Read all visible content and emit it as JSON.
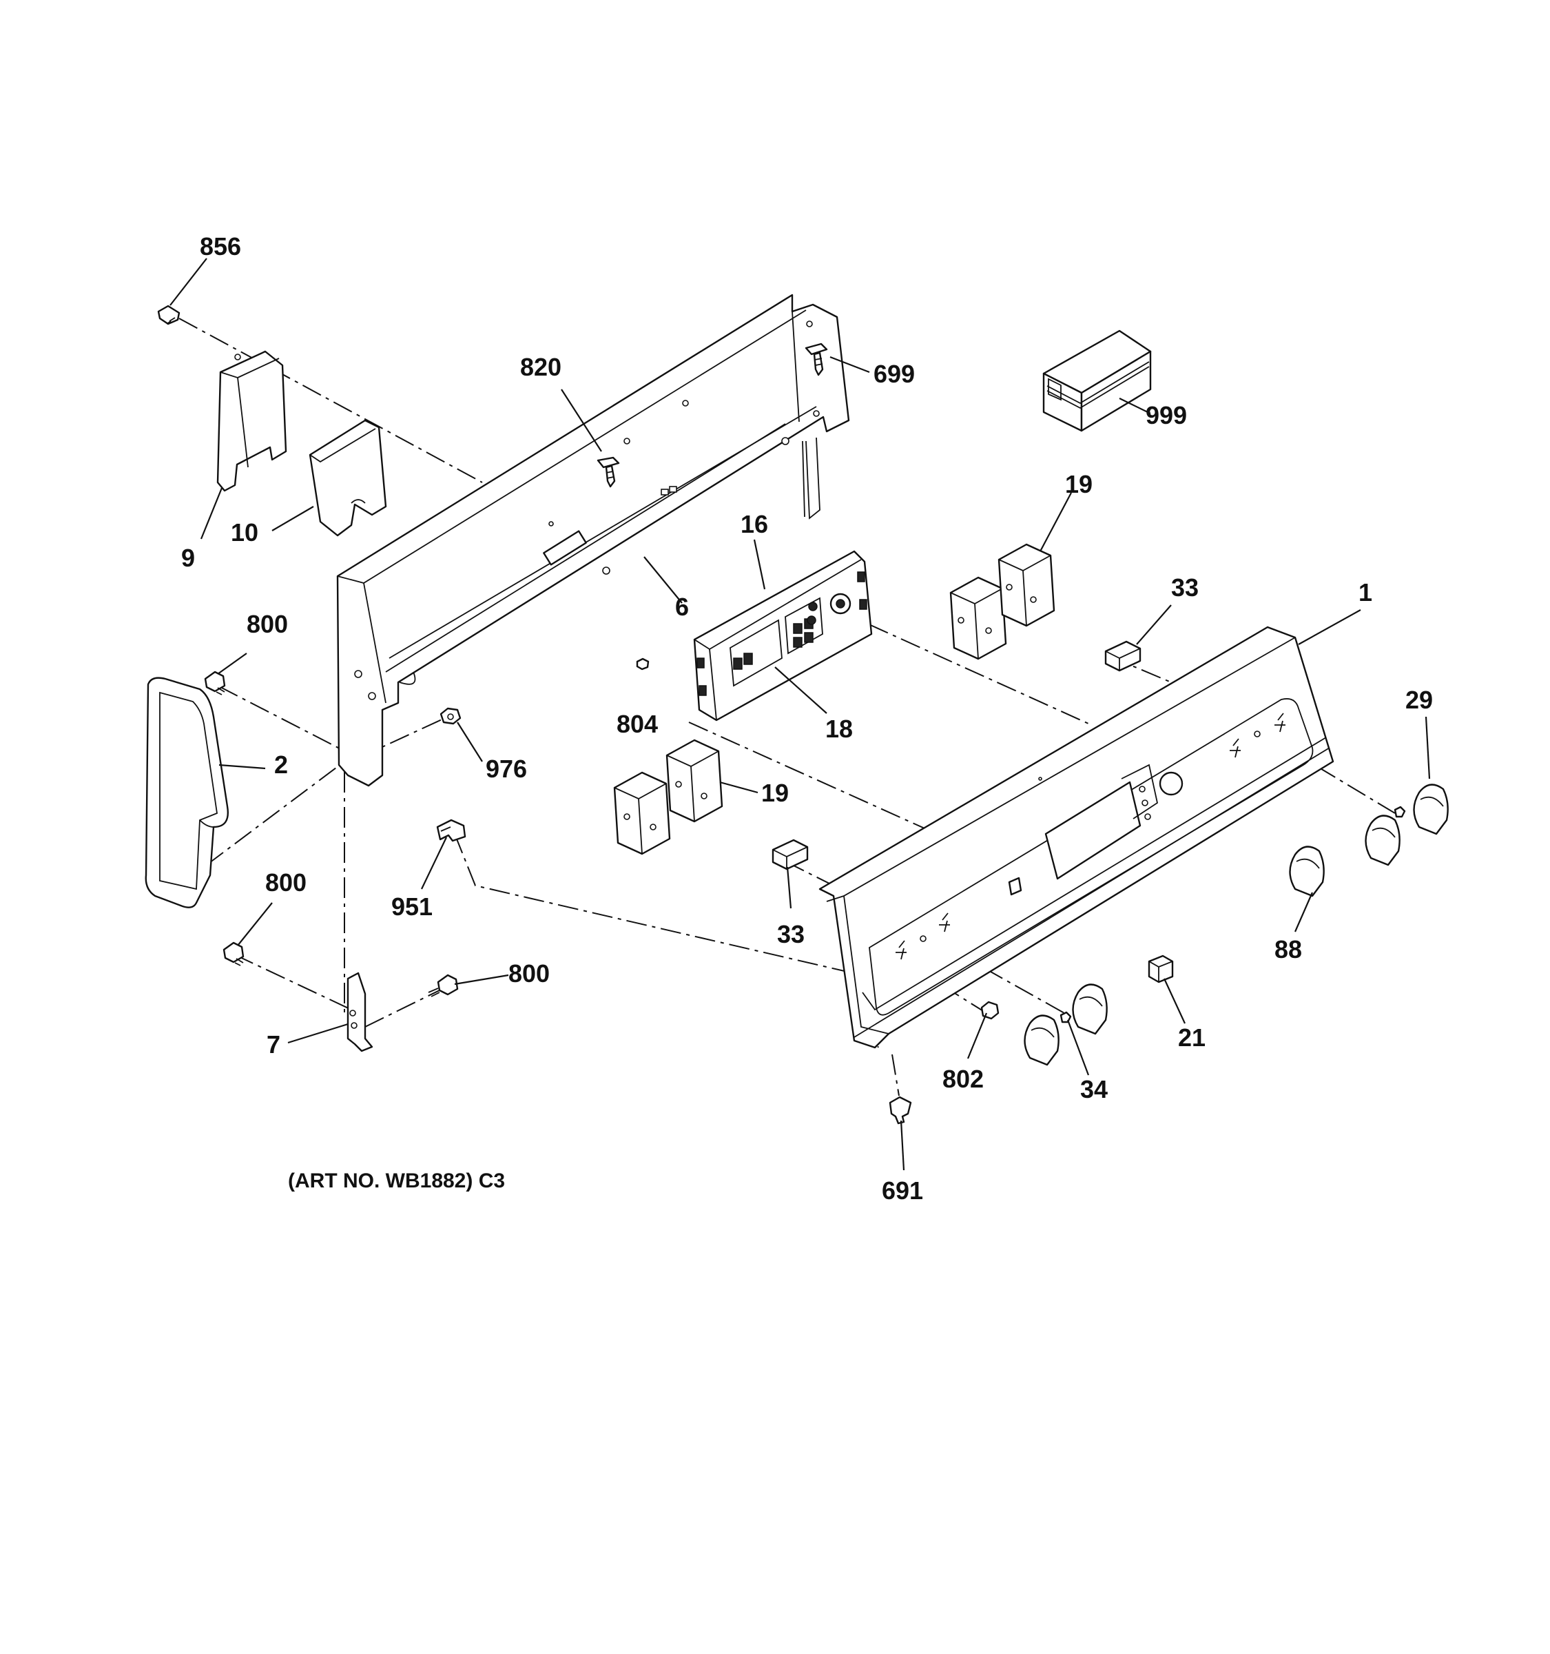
{
  "callouts": {
    "c856": "856",
    "c820": "820",
    "c699": "699",
    "c999": "999",
    "c9": "9",
    "c10": "10",
    "c19a": "19",
    "c16": "16",
    "c6": "6",
    "c33a": "33",
    "c1": "1",
    "c800a": "800",
    "c29": "29",
    "c804": "804",
    "c18": "18",
    "c2": "2",
    "c976": "976",
    "c19b": "19",
    "c33b": "33",
    "c951": "951",
    "c88": "88",
    "c800b": "800",
    "c800c": "800",
    "c21": "21",
    "c7": "7",
    "c802": "802",
    "c34": "34",
    "c691": "691"
  },
  "art_number": "(ART NO. WB1882) C3"
}
